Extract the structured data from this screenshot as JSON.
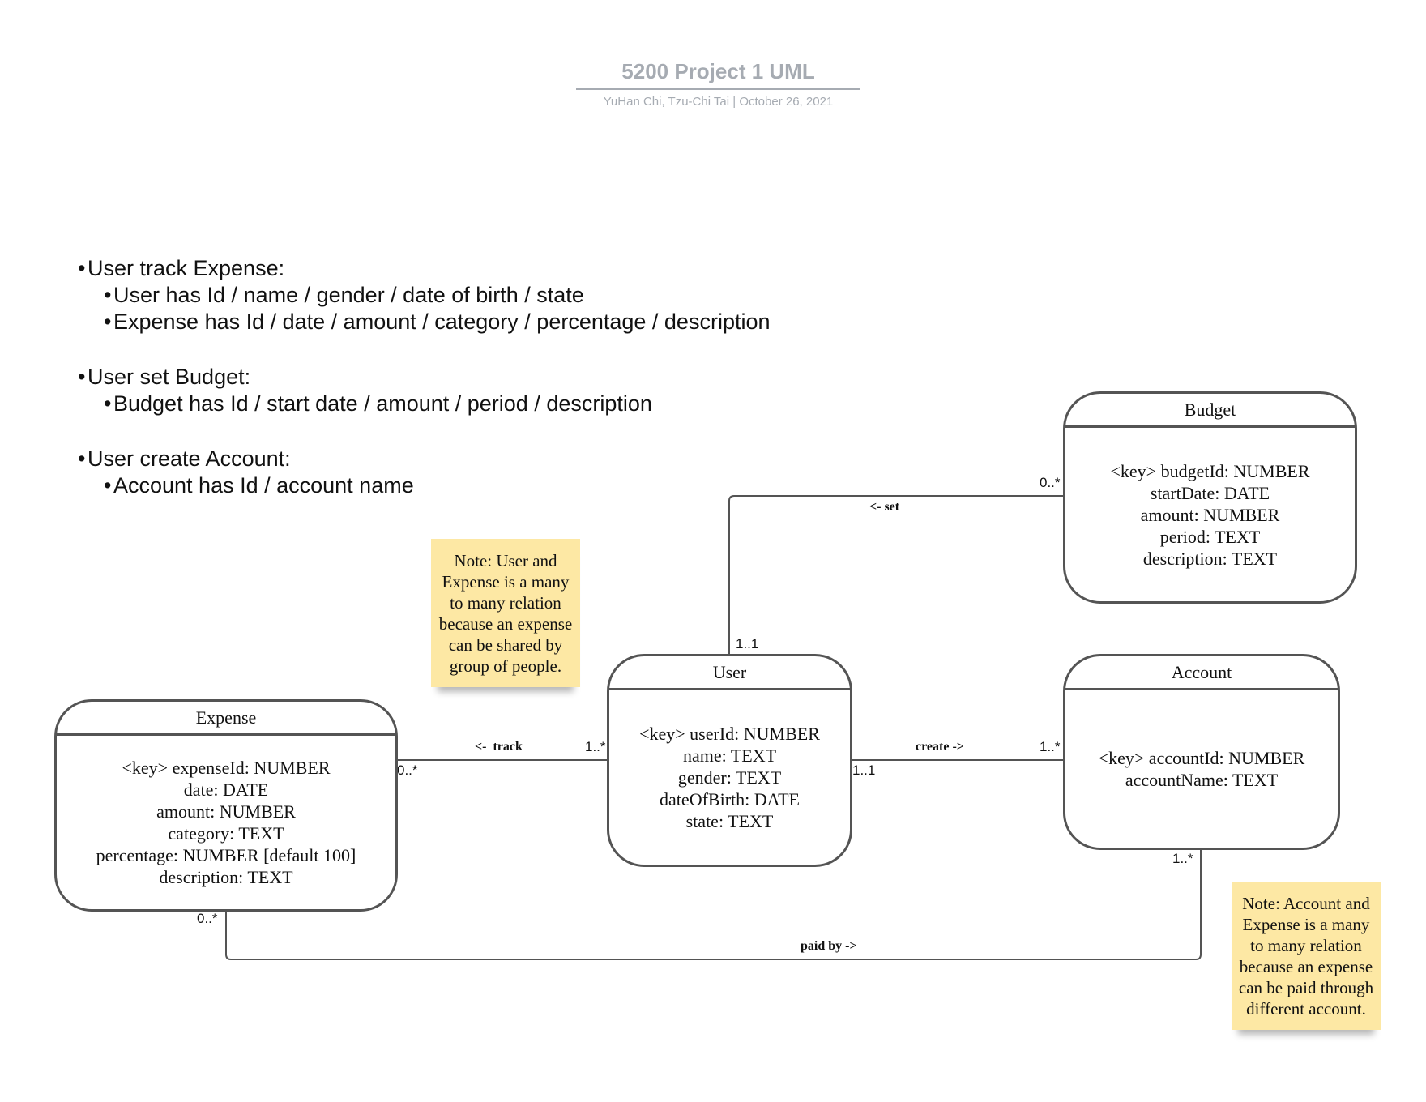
{
  "header": {
    "title": "5200 Project 1 UML",
    "subtitle": "YuHan Chi, Tzu-Chi Tai  |  October 26, 2021"
  },
  "requirements": [
    {
      "main": "User track Expense:",
      "subs": [
        "User has Id / name / gender / date of birth / state",
        "Expense has Id / date / amount / category / percentage / description"
      ]
    },
    {
      "main": "User set Budget:",
      "subs": [
        "Budget has Id / start date / amount / period / description"
      ]
    },
    {
      "main": "User create Account:",
      "subs": [
        "Account has Id / account name"
      ]
    }
  ],
  "entities": {
    "budget": {
      "name": "Budget",
      "attributes": [
        "<key> budgetId: NUMBER",
        "startDate: DATE",
        "amount: NUMBER",
        "period: TEXT",
        "description: TEXT"
      ]
    },
    "user": {
      "name": "User",
      "attributes": [
        "<key> userId: NUMBER",
        "name: TEXT",
        "gender: TEXT",
        "dateOfBirth: DATE",
        "state: TEXT"
      ]
    },
    "account": {
      "name": "Account",
      "attributes": [
        "<key> accountId: NUMBER",
        "accountName: TEXT"
      ]
    },
    "expense": {
      "name": "Expense",
      "attributes": [
        "<key> expenseId: NUMBER",
        "date: DATE",
        "amount: NUMBER",
        "category: TEXT",
        "percentage: NUMBER [default 100]",
        "description: TEXT"
      ]
    }
  },
  "notes": {
    "user_expense": "Note: User and\nExpense is a many\nto many relation\nbecause an expense\ncan be shared by\ngroup of people.",
    "account_expense": "Note: Account and\nExpense is a many\nto many relation\nbecause an expense\ncan be paid through\ndifferent account."
  },
  "relationships": {
    "set": {
      "label": "<- set",
      "user_mult": "1..1",
      "budget_mult": "0..*"
    },
    "track": {
      "label": "<-  track",
      "user_mult": "1..*",
      "expense_mult": "0..*"
    },
    "create": {
      "label": "create ->",
      "user_mult": "1..1",
      "account_mult": "1..*"
    },
    "paid_by": {
      "label": "paid by ->",
      "expense_mult": "0..*",
      "account_mult": "1..*"
    }
  },
  "colors": {
    "line": "#545454",
    "note": "#fde8a4",
    "title": "#a6abb2"
  }
}
